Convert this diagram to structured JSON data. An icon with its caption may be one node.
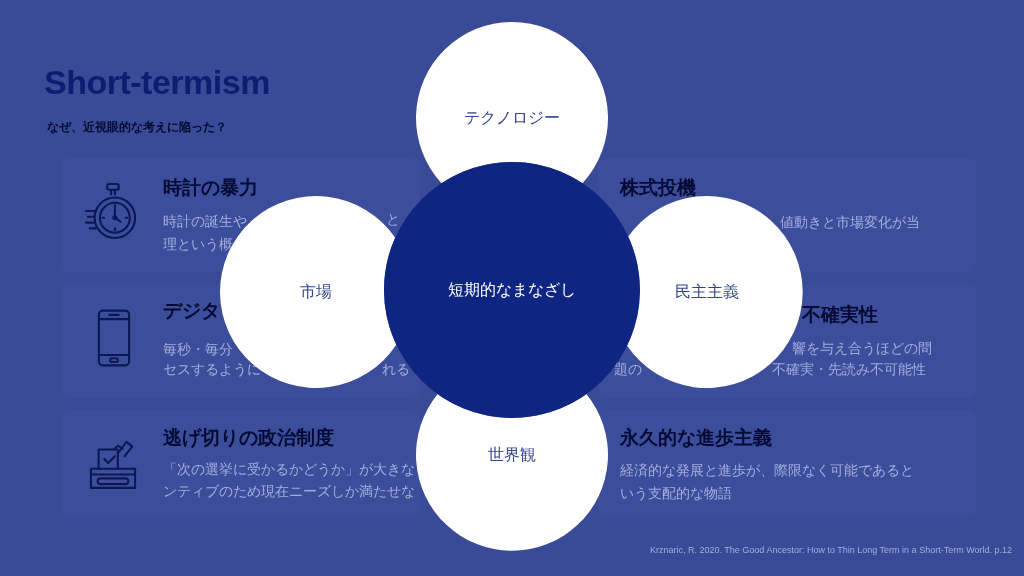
{
  "diagram": {
    "title": "Short-termism",
    "nodes": [
      {
        "text": [
          "時計の暴力",
          "時計の誕生や",
          "と",
          "理という概"
        ]
      },
      {
        "text": [
          "株式投機",
          "値動きと市場変化が当"
        ]
      },
      {
        "text": [
          "デジタ",
          "毎秒・毎分",
          "セスするように",
          "れる"
        ]
      },
      {
        "text": [
          "不確実性",
          "響を与え合うほどの問",
          "題の",
          "不確実・先読み不可能性"
        ]
      },
      {
        "text": [
          "逃げ切りの政治制度",
          "「次の選挙に受かるかどうか」が大きな",
          "ンティブのため現在ニーズしか満たせな"
        ]
      },
      {
        "text": [
          "永久的な進歩主義",
          "経済的な発展と進歩が、際限なく可能であるという支配的な物語"
        ]
      },
      {
        "text": [
          "テクノロジー"
        ]
      },
      {
        "text": [
          "市場"
        ]
      },
      {
        "text": [
          "短期的なまなざし"
        ]
      },
      {
        "text": [
          "民主主義"
        ]
      },
      {
        "text": [
          "世界観"
        ]
      }
    ],
    "labels": [
      "なぜ、近視眼的な考えに陥った？",
      "Krznaric, R. 2020. The Good Ancestor: How to Thin Long Term in a Short-Term World. p.12"
    ]
  }
}
